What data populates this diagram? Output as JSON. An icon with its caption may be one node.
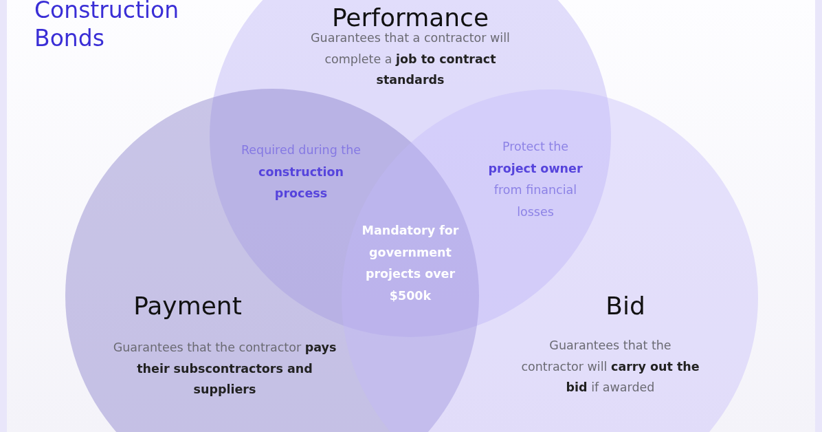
{
  "diagram": {
    "title": "Construction Bonds",
    "nodes": [
      {
        "text": [
          "Performance",
          "Guarantees that a contractor will complete a **job to contract standards**"
        ]
      },
      {
        "text": [
          "Payment",
          "Guarantees that the contractor **pays their subscontractors and suppliers**"
        ]
      },
      {
        "text": [
          "Bid",
          "Guarantees that the contractor will **carry out the bid** if awarded"
        ]
      }
    ],
    "labels": [
      "Required during the **construction process**",
      "Protect the **project owner** from financial losses",
      "Mandatory for government projects over $500k"
    ]
  }
}
